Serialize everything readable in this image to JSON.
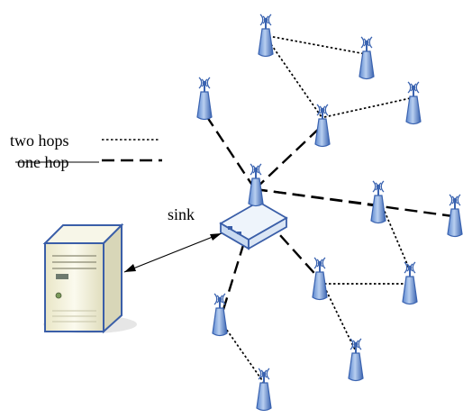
{
  "legend": {
    "two_hops": "two hops",
    "one_hop": "one hop"
  },
  "sink_label": "sink",
  "colors": {
    "antenna": "#3a63b0",
    "antenna_light": "#b8cff0",
    "server_body": "#f2f0d8",
    "server_side": "#d8d6b8",
    "server_outline": "#3a5ea8",
    "router_top": "#eef4fb",
    "line": "#000000"
  },
  "icons": {
    "server": "server-icon",
    "sink": "router-icon",
    "sensor": "antenna-icon"
  }
}
